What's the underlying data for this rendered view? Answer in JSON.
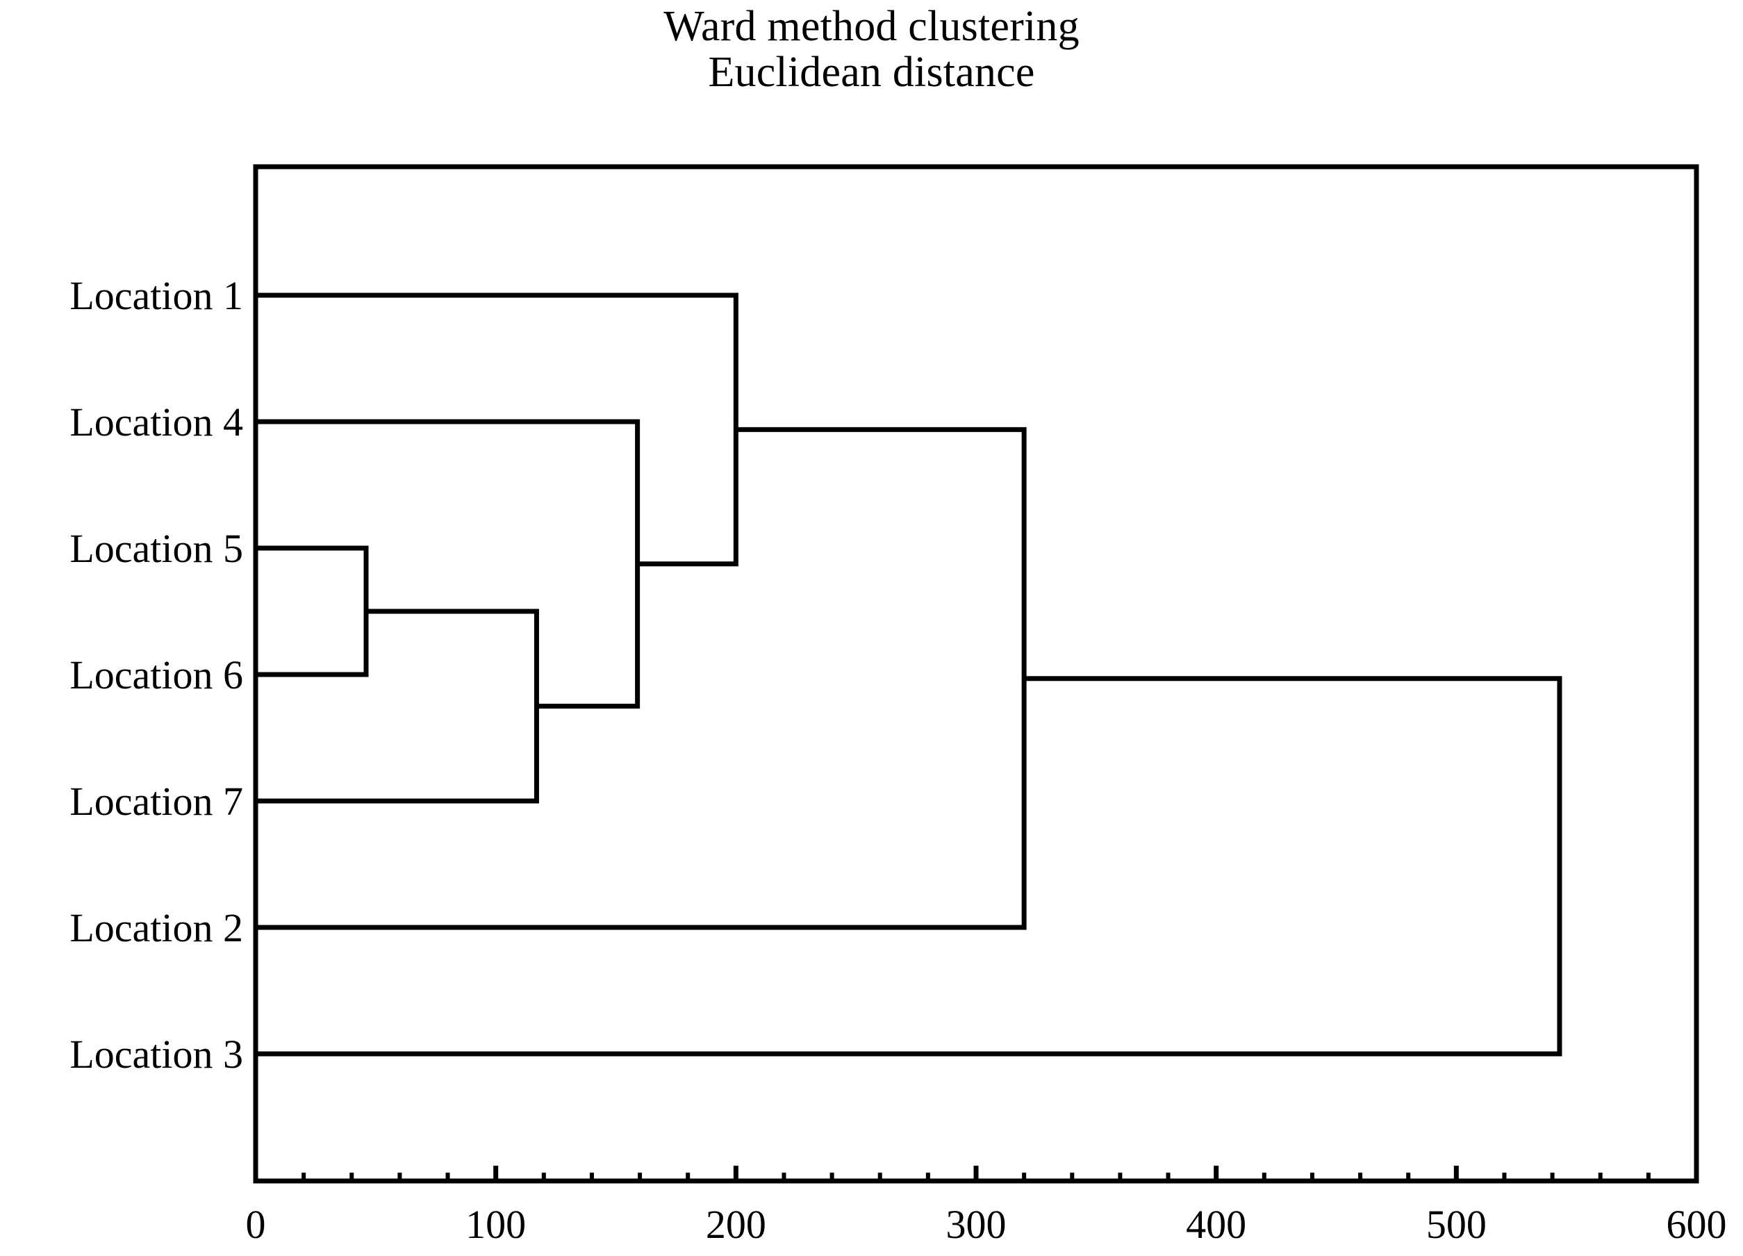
{
  "chart_data": {
    "type": "dendrogram",
    "title": "Ward method clustering\nEuclidean distance",
    "title_lines": [
      "Ward method clustering",
      "Euclidean distance"
    ],
    "xlabel": "",
    "ylabel": "",
    "xlim": [
      0,
      600
    ],
    "grid": false,
    "legend": null,
    "linkage_method": "Ward",
    "distance_metric": "Euclidean distance",
    "orientation": "horizontal-left-to-right",
    "x_major_ticks": [
      0,
      100,
      200,
      300,
      400,
      500,
      600
    ],
    "x_tick_labels": [
      "0",
      "100",
      "200",
      "300",
      "400",
      "500",
      "600"
    ],
    "x_minor_tick_step": 20,
    "leaves": [
      {
        "label": "Location 1",
        "order": 0
      },
      {
        "label": "Location 4",
        "order": 1
      },
      {
        "label": "Location 5",
        "order": 2
      },
      {
        "label": "Location 6",
        "order": 3
      },
      {
        "label": "Location 7",
        "order": 4
      },
      {
        "label": "Location 2",
        "order": 5
      },
      {
        "label": "Location 3",
        "order": 6
      }
    ],
    "merges": [
      {
        "id": "m1",
        "children": [
          "Location 5",
          "Location 6"
        ],
        "distance": 46
      },
      {
        "id": "m2",
        "children": [
          "m1",
          "Location 7"
        ],
        "distance": 117
      },
      {
        "id": "m3",
        "children": [
          "Location 4",
          "m2"
        ],
        "distance": 159
      },
      {
        "id": "m4",
        "children": [
          "Location 1",
          "m3"
        ],
        "distance": 200
      },
      {
        "id": "m5",
        "children": [
          "m4",
          "Location 2"
        ],
        "distance": 320
      },
      {
        "id": "m6",
        "children": [
          "m5",
          "Location 3"
        ],
        "distance": 543
      }
    ]
  },
  "figure": {
    "title_line_1": "Ward method clustering",
    "title_line_2": "Euclidean distance",
    "axis_color": "#000000",
    "line_color": "#000000",
    "background_color": "#ffffff"
  }
}
